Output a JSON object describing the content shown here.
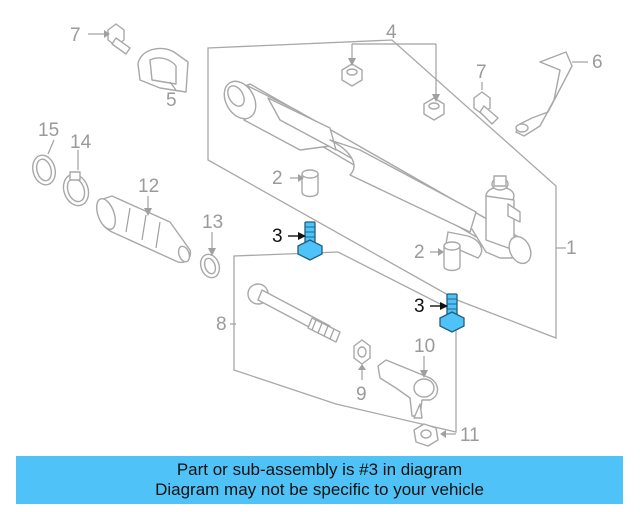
{
  "callouts": {
    "c1": "1",
    "c2a": "2",
    "c2b": "2",
    "c3a": "3",
    "c3b": "3",
    "c4": "4",
    "c5": "5",
    "c6": "6",
    "c7a": "7",
    "c7b": "7",
    "c8": "8",
    "c9": "9",
    "c10": "10",
    "c11": "11",
    "c12": "12",
    "c13": "13",
    "c14": "14",
    "c15": "15"
  },
  "highlighted_part": "3",
  "banner": {
    "line1": "Part or sub-assembly is #3 in diagram",
    "line2": "Diagram may not be specific to your vehicle"
  },
  "colors": {
    "highlight": "#4fc3f7",
    "banner": "#4fc3f7",
    "line_art": "#a8a8a8"
  }
}
